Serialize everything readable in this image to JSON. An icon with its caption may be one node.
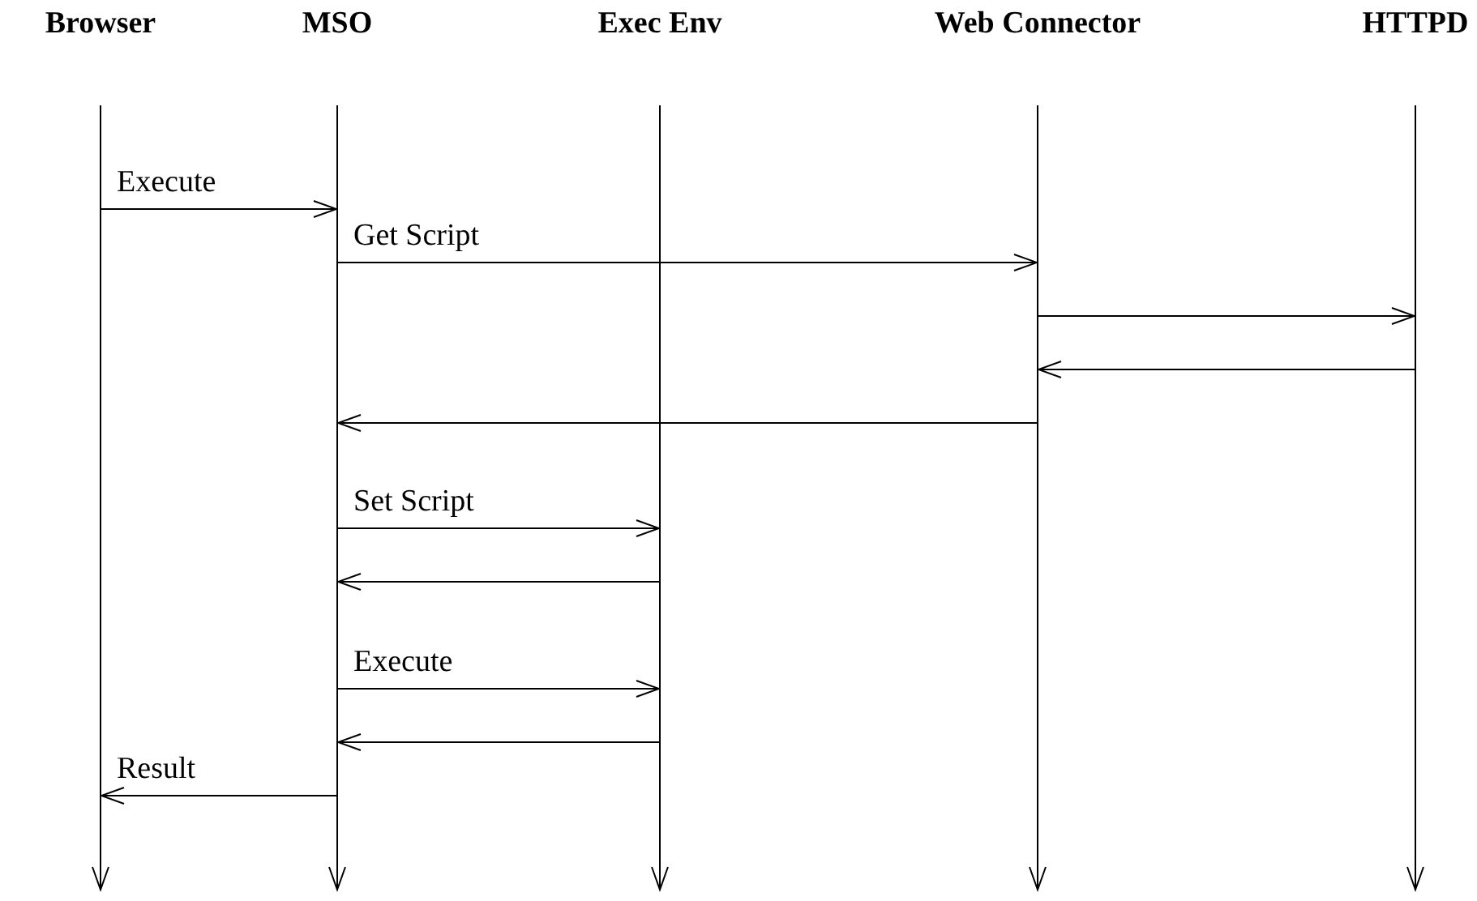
{
  "diagram": {
    "nodes": [
      {
        "text": [
          "Browser"
        ]
      },
      {
        "text": [
          "MSO"
        ]
      },
      {
        "text": [
          "Exec Env"
        ]
      },
      {
        "text": [
          "Web Connector"
        ]
      },
      {
        "text": [
          "HTTPD"
        ]
      },
      {
        "text": [],
        "shape": "line"
      },
      {
        "text": [],
        "shape": "line"
      },
      {
        "text": [],
        "shape": "line"
      },
      {
        "text": [],
        "shape": "line"
      },
      {
        "text": [],
        "shape": "line"
      }
    ],
    "edges": [
      {
        "from": 5,
        "to": 6,
        "arrow": "to",
        "label": "Execute"
      },
      {
        "from": 6,
        "to": 8,
        "arrow": "to",
        "label": "Get Script"
      },
      {
        "from": 8,
        "to": 9,
        "arrow": "to"
      },
      {
        "from": 9,
        "to": 8,
        "arrow": "to"
      },
      {
        "from": 8,
        "to": 6,
        "arrow": "to"
      },
      {
        "from": 6,
        "to": 7,
        "arrow": "to",
        "label": "Set Script"
      },
      {
        "from": 7,
        "to": 6,
        "arrow": "to"
      },
      {
        "from": 6,
        "to": 7,
        "arrow": "to",
        "label": "Execute"
      },
      {
        "from": 7,
        "to": 6,
        "arrow": "to"
      },
      {
        "from": 6,
        "to": 5,
        "arrow": "to",
        "label": "Result"
      }
    ]
  }
}
